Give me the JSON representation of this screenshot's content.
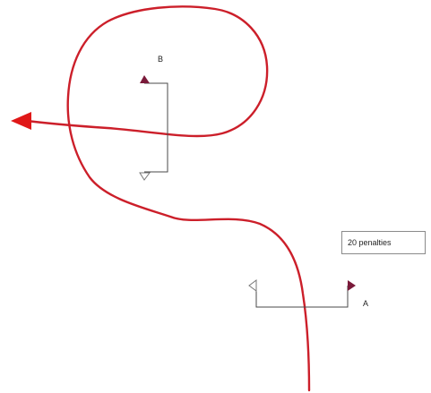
{
  "gates": [
    {
      "id": "gate-b",
      "label": "B"
    },
    {
      "id": "gate-a",
      "label": "A"
    }
  ],
  "annotation": {
    "text": "20 penalties"
  },
  "colors": {
    "path": "#cc1f2a",
    "arrow": "#e01818",
    "gate_line": "#4a4a4a",
    "flag_fill": "#7a1a3a",
    "flag_outline": "#777777"
  }
}
